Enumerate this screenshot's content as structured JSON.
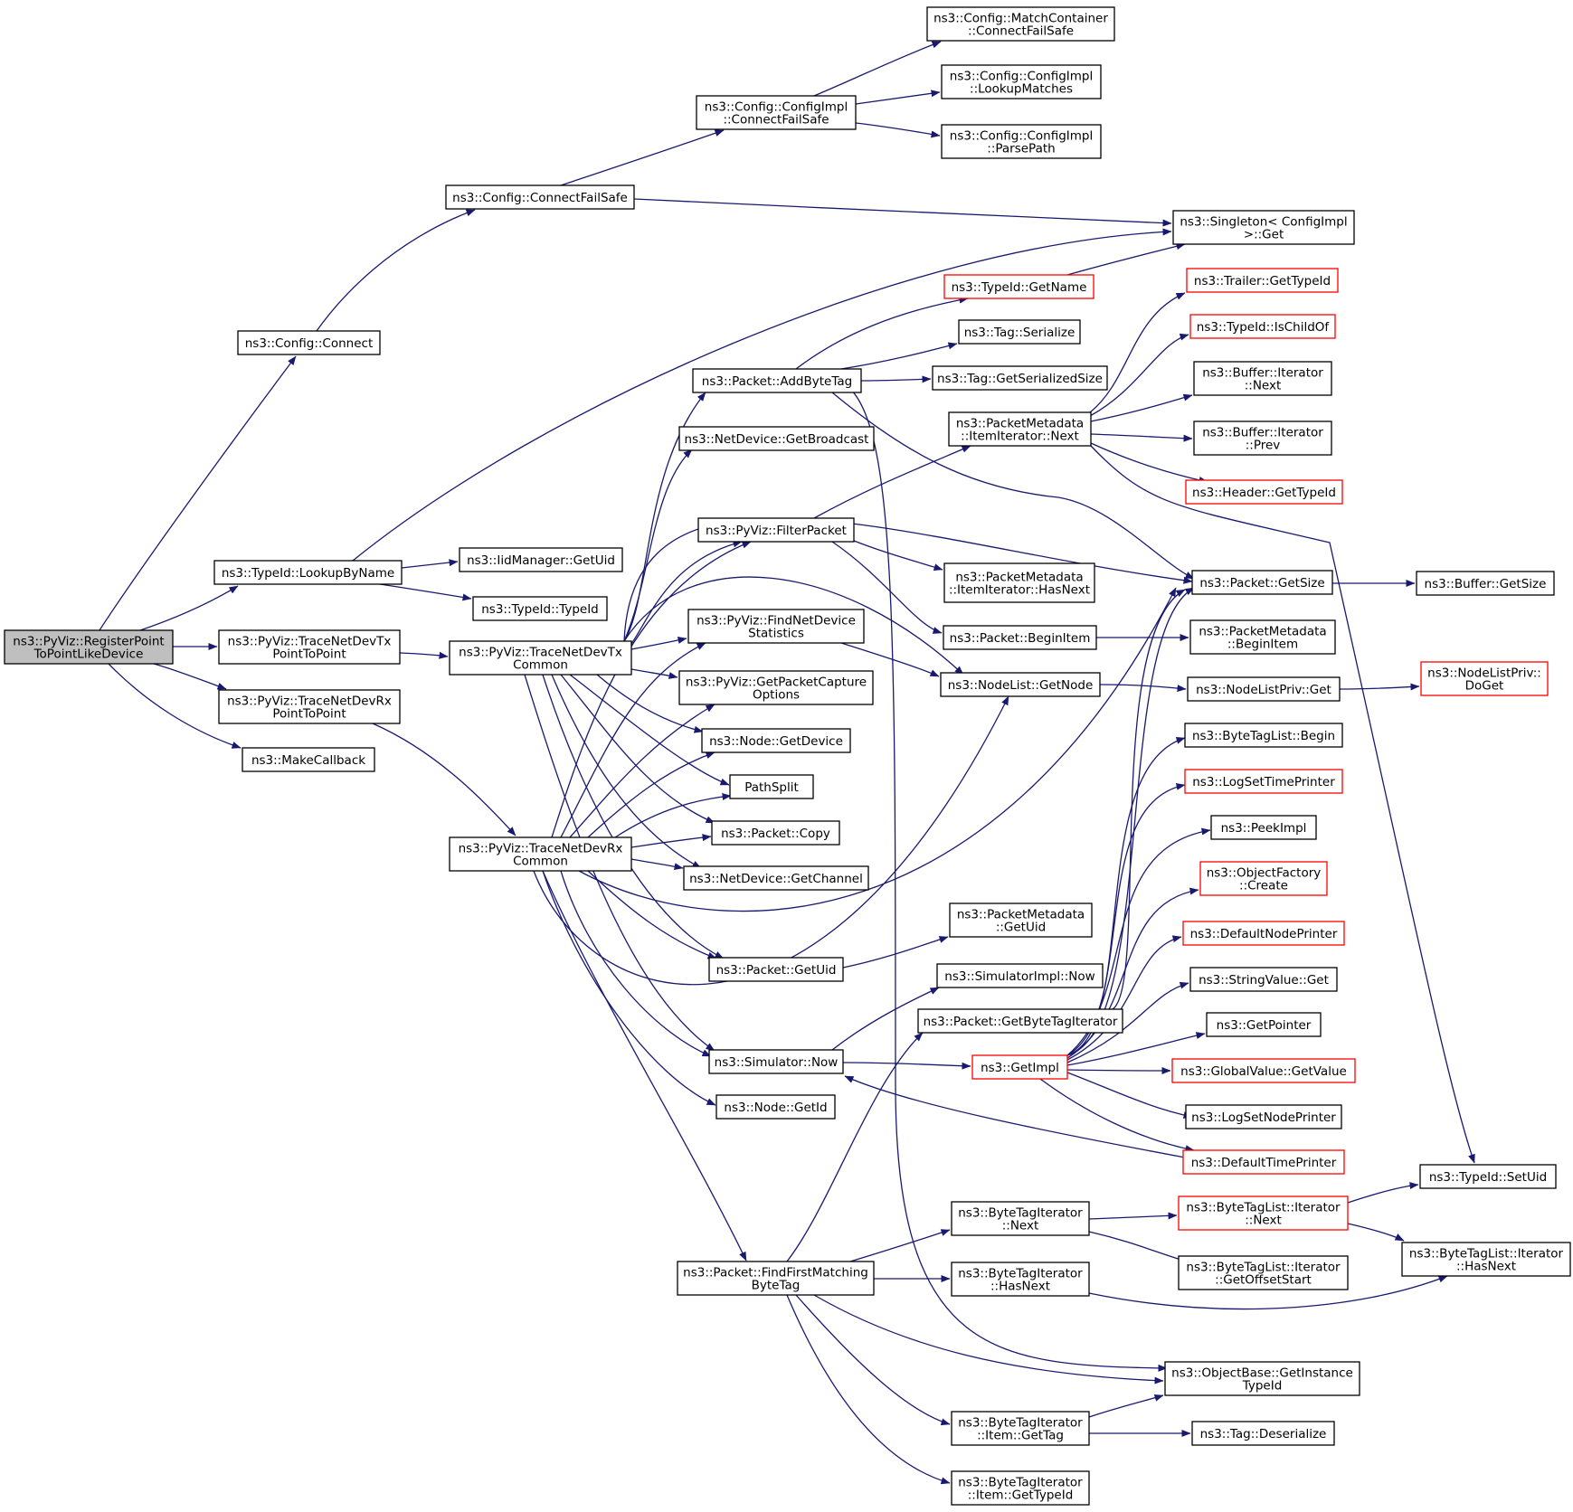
{
  "graph": {
    "nodes": [
      {
        "id": "root",
        "lines": [
          "ns3::PyViz::RegisterPoint",
          "ToPointLikeDevice"
        ],
        "style": "root"
      },
      {
        "id": "cfgConnect",
        "lines": [
          "ns3::Config::Connect"
        ]
      },
      {
        "id": "lookupByName",
        "lines": [
          "ns3::TypeId::LookupByName"
        ]
      },
      {
        "id": "traceTxP2P",
        "lines": [
          "ns3::PyViz::TraceNetDevTx",
          "PointToPoint"
        ]
      },
      {
        "id": "traceRxP2P",
        "lines": [
          "ns3::PyViz::TraceNetDevRx",
          "PointToPoint"
        ]
      },
      {
        "id": "makeCallback",
        "lines": [
          "ns3::MakeCallback"
        ]
      },
      {
        "id": "cfgConnectFailSafe",
        "lines": [
          "ns3::Config::ConnectFailSafe"
        ]
      },
      {
        "id": "cfgImplConnectFailSafe",
        "lines": [
          "ns3::Config::ConfigImpl",
          "::ConnectFailSafe"
        ]
      },
      {
        "id": "matchContainer",
        "lines": [
          "ns3::Config::MatchContainer",
          "::ConnectFailSafe"
        ]
      },
      {
        "id": "lookupMatches",
        "lines": [
          "ns3::Config::ConfigImpl",
          "::LookupMatches"
        ]
      },
      {
        "id": "parsePath",
        "lines": [
          "ns3::Config::ConfigImpl",
          "::ParsePath"
        ]
      },
      {
        "id": "singletonGet",
        "lines": [
          "ns3::Singleton< ConfigImpl",
          ">::Get"
        ]
      },
      {
        "id": "iidGetUid",
        "lines": [
          "ns3::IidManager::GetUid"
        ]
      },
      {
        "id": "typeIdCtor",
        "lines": [
          "ns3::TypeId::TypeId"
        ]
      },
      {
        "id": "traceTxCommon",
        "lines": [
          "ns3::PyViz::TraceNetDevTx",
          "Common"
        ]
      },
      {
        "id": "traceRxCommon",
        "lines": [
          "ns3::PyViz::TraceNetDevRx",
          "Common"
        ]
      },
      {
        "id": "addByteTag",
        "lines": [
          "ns3::Packet::AddByteTag"
        ]
      },
      {
        "id": "getBroadcast",
        "lines": [
          "ns3::NetDevice::GetBroadcast"
        ]
      },
      {
        "id": "filterPacket",
        "lines": [
          "ns3::PyViz::FilterPacket"
        ]
      },
      {
        "id": "findNetDevStats",
        "lines": [
          "ns3::PyViz::FindNetDevice",
          "Statistics"
        ]
      },
      {
        "id": "getPktCapture",
        "lines": [
          "ns3::PyViz::GetPacketCapture",
          "Options"
        ]
      },
      {
        "id": "nodeGetDevice",
        "lines": [
          "ns3::Node::GetDevice"
        ]
      },
      {
        "id": "pathSplit",
        "lines": [
          "PathSplit"
        ]
      },
      {
        "id": "packetCopy",
        "lines": [
          "ns3::Packet::Copy"
        ]
      },
      {
        "id": "getChannel",
        "lines": [
          "ns3::NetDevice::GetChannel"
        ]
      },
      {
        "id": "packetGetUid",
        "lines": [
          "ns3::Packet::GetUid"
        ]
      },
      {
        "id": "simNow",
        "lines": [
          "ns3::Simulator::Now"
        ]
      },
      {
        "id": "nodeGetId",
        "lines": [
          "ns3::Node::GetId"
        ]
      },
      {
        "id": "findFirstByteTag",
        "lines": [
          "ns3::Packet::FindFirstMatching",
          "ByteTag"
        ]
      },
      {
        "id": "typeIdGetName",
        "lines": [
          "ns3::TypeId::GetName"
        ],
        "style": "red"
      },
      {
        "id": "tagSerialize",
        "lines": [
          "ns3::Tag::Serialize"
        ]
      },
      {
        "id": "tagSerSize",
        "lines": [
          "ns3::Tag::GetSerializedSize"
        ]
      },
      {
        "id": "pmItNext",
        "lines": [
          "ns3::PacketMetadata",
          "::ItemIterator::Next"
        ]
      },
      {
        "id": "pmItHasNext",
        "lines": [
          "ns3::PacketMetadata",
          "::ItemIterator::HasNext"
        ]
      },
      {
        "id": "packetBeginItem",
        "lines": [
          "ns3::Packet::BeginItem"
        ]
      },
      {
        "id": "nodeListGetNode",
        "lines": [
          "ns3::NodeList::GetNode"
        ]
      },
      {
        "id": "pmGetUid",
        "lines": [
          "ns3::PacketMetadata",
          "::GetUid"
        ]
      },
      {
        "id": "simImplNow",
        "lines": [
          "ns3::SimulatorImpl::Now"
        ]
      },
      {
        "id": "getByteTagIter",
        "lines": [
          "ns3::Packet::GetByteTagIterator"
        ]
      },
      {
        "id": "getImpl",
        "lines": [
          "ns3::GetImpl"
        ],
        "style": "red"
      },
      {
        "id": "btiNext",
        "lines": [
          "ns3::ByteTagIterator",
          "::Next"
        ]
      },
      {
        "id": "btiHasNext",
        "lines": [
          "ns3::ByteTagIterator",
          "::HasNext"
        ]
      },
      {
        "id": "btiGetTag",
        "lines": [
          "ns3::ByteTagIterator",
          "::Item::GetTag"
        ]
      },
      {
        "id": "btiGetTypeId",
        "lines": [
          "ns3::ByteTagIterator",
          "::Item::GetTypeId"
        ]
      },
      {
        "id": "trailerGetTypeId",
        "lines": [
          "ns3::Trailer::GetTypeId"
        ],
        "style": "red"
      },
      {
        "id": "isChildOf",
        "lines": [
          "ns3::TypeId::IsChildOf"
        ],
        "style": "red"
      },
      {
        "id": "bufItNext",
        "lines": [
          "ns3::Buffer::Iterator",
          "::Next"
        ]
      },
      {
        "id": "bufItPrev",
        "lines": [
          "ns3::Buffer::Iterator",
          "::Prev"
        ]
      },
      {
        "id": "headerGetTypeId",
        "lines": [
          "ns3::Header::GetTypeId"
        ],
        "style": "red"
      },
      {
        "id": "packetGetSize",
        "lines": [
          "ns3::Packet::GetSize"
        ]
      },
      {
        "id": "pmBeginItem",
        "lines": [
          "ns3::PacketMetadata",
          "::BeginItem"
        ]
      },
      {
        "id": "nlpGet",
        "lines": [
          "ns3::NodeListPriv::Get"
        ]
      },
      {
        "id": "btlBegin",
        "lines": [
          "ns3::ByteTagList::Begin"
        ]
      },
      {
        "id": "logSetTimePrinter",
        "lines": [
          "ns3::LogSetTimePrinter"
        ],
        "style": "red"
      },
      {
        "id": "peekImpl",
        "lines": [
          "ns3::PeekImpl"
        ]
      },
      {
        "id": "objFactoryCreate",
        "lines": [
          "ns3::ObjectFactory",
          "::Create"
        ],
        "style": "red"
      },
      {
        "id": "defaultNodePrinter",
        "lines": [
          "ns3::DefaultNodePrinter"
        ],
        "style": "red"
      },
      {
        "id": "stringValueGet",
        "lines": [
          "ns3::StringValue::Get"
        ]
      },
      {
        "id": "getPointer",
        "lines": [
          "ns3::GetPointer"
        ]
      },
      {
        "id": "globalValueGetValue",
        "lines": [
          "ns3::GlobalValue::GetValue"
        ],
        "style": "red"
      },
      {
        "id": "logSetNodePrinter",
        "lines": [
          "ns3::LogSetNodePrinter"
        ]
      },
      {
        "id": "defaultTimePrinter",
        "lines": [
          "ns3::DefaultTimePrinter"
        ],
        "style": "red"
      },
      {
        "id": "btlItNext",
        "lines": [
          "ns3::ByteTagList::Iterator",
          "::Next"
        ],
        "style": "red"
      },
      {
        "id": "btlItOffsetStart",
        "lines": [
          "ns3::ByteTagList::Iterator",
          "::GetOffsetStart"
        ]
      },
      {
        "id": "objGetInstanceTypeId",
        "lines": [
          "ns3::ObjectBase::GetInstance",
          "TypeId"
        ]
      },
      {
        "id": "tagDeserialize",
        "lines": [
          "ns3::Tag::Deserialize"
        ]
      },
      {
        "id": "bufferGetSize",
        "lines": [
          "ns3::Buffer::GetSize"
        ]
      },
      {
        "id": "nlpDoGet",
        "lines": [
          "ns3::NodeListPriv::",
          "DoGet"
        ],
        "style": "red"
      },
      {
        "id": "setUid",
        "lines": [
          "ns3::TypeId::SetUid"
        ]
      },
      {
        "id": "btlItHasNext",
        "lines": [
          "ns3::ByteTagList::Iterator",
          "::HasNext"
        ]
      }
    ]
  }
}
